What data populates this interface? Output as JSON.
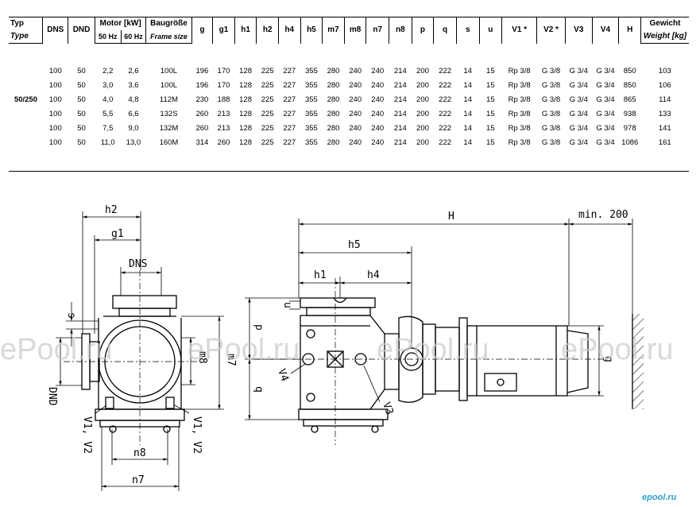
{
  "header": {
    "typ": "Typ",
    "type": "Type",
    "dns": "DNS",
    "dnd": "DND",
    "motor": "Motor [kW]",
    "hz50": "50 Hz",
    "hz60": "60 Hz",
    "baugroesse": "Baugröße",
    "frame_size": "Frame size",
    "g": "g",
    "g1": "g1",
    "h1": "h1",
    "h2": "h2",
    "h4": "h4",
    "h5": "h5",
    "m7": "m7",
    "m8": "m8",
    "n7": "n7",
    "n8": "n8",
    "p": "p",
    "q": "q",
    "s": "s",
    "u": "u",
    "v1": "V1 *",
    "v2": "V2 *",
    "v3": "V3",
    "v4": "V4",
    "H": "H",
    "gewicht": "Gewicht",
    "weight": "Weight [kg]"
  },
  "type_label": "50/250",
  "rows": [
    [
      "100",
      "50",
      "2,2",
      "2,6",
      "100L",
      "196",
      "170",
      "128",
      "225",
      "227",
      "355",
      "280",
      "240",
      "240",
      "214",
      "200",
      "222",
      "14",
      "15",
      "Rp 3/8",
      "G 3/8",
      "G 3/4",
      "G 3/4",
      "850",
      "103"
    ],
    [
      "100",
      "50",
      "3,0",
      "3,6",
      "100L",
      "196",
      "170",
      "128",
      "225",
      "227",
      "355",
      "280",
      "240",
      "240",
      "214",
      "200",
      "222",
      "14",
      "15",
      "Rp 3/8",
      "G 3/8",
      "G 3/4",
      "G 3/4",
      "850",
      "106"
    ],
    [
      "100",
      "50",
      "4,0",
      "4,8",
      "112M",
      "230",
      "188",
      "128",
      "225",
      "227",
      "355",
      "280",
      "240",
      "240",
      "214",
      "200",
      "222",
      "14",
      "15",
      "Rp 3/8",
      "G 3/8",
      "G 3/4",
      "G 3/4",
      "865",
      "114"
    ],
    [
      "100",
      "50",
      "5,5",
      "6,6",
      "132S",
      "260",
      "213",
      "128",
      "225",
      "227",
      "355",
      "280",
      "240",
      "240",
      "214",
      "200",
      "222",
      "14",
      "15",
      "Rp 3/8",
      "G 3/8",
      "G 3/4",
      "G 3/4",
      "938",
      "133"
    ],
    [
      "100",
      "50",
      "7,5",
      "9,0",
      "132M",
      "260",
      "213",
      "128",
      "225",
      "227",
      "355",
      "280",
      "240",
      "240",
      "214",
      "200",
      "222",
      "14",
      "15",
      "Rp 3/8",
      "G 3/8",
      "G 3/4",
      "G 3/4",
      "978",
      "141"
    ],
    [
      "100",
      "50",
      "11,0",
      "13,0",
      "160M",
      "314",
      "260",
      "128",
      "225",
      "227",
      "355",
      "280",
      "240",
      "240",
      "214",
      "200",
      "222",
      "14",
      "15",
      "Rp 3/8",
      "G 3/8",
      "G 3/4",
      "G 3/4",
      "1086",
      "161"
    ]
  ],
  "drawing_labels": {
    "h2": "h2",
    "g1": "g1",
    "dns": "DNS",
    "s": "s",
    "dnd": "DND",
    "m8": "m8",
    "m7": "m7",
    "v1v2_left": "V1, V2",
    "v1v2_right": "V1, V2",
    "n8": "n8",
    "n7": "n7",
    "H": "H",
    "min200": "min. 200",
    "h5": "h5",
    "h1": "h1",
    "h4": "h4",
    "u": "u",
    "p": "p",
    "q": "q",
    "v4": "V4",
    "v3": "V3",
    "g": "g"
  },
  "watermark": "ePool.ru",
  "logo": "epool.ru"
}
